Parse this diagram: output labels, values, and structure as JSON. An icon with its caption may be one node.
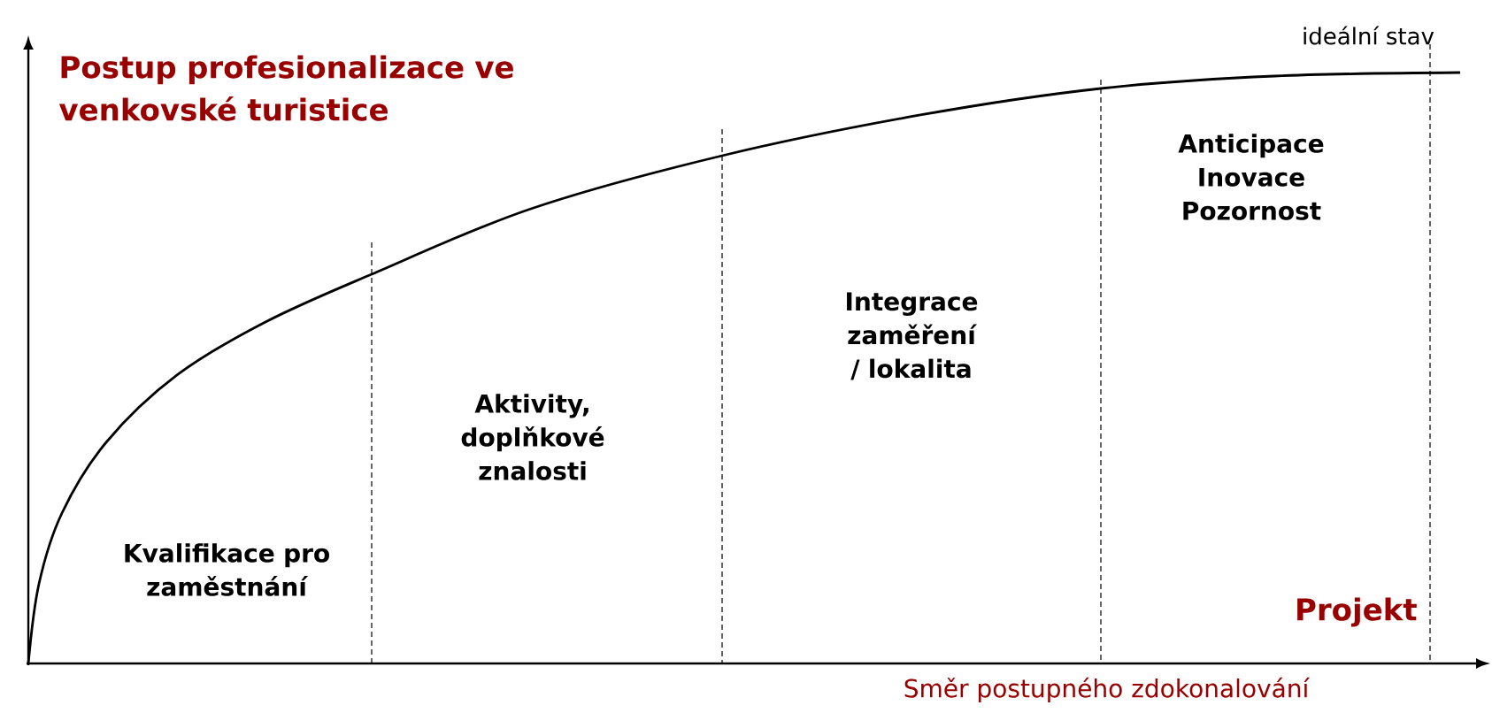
{
  "diagram": {
    "title": "Postup profesionalizace ve venkovské turistice",
    "labels": [
      "ideální stav",
      "Anticipace Inovace Pozornost",
      "Integrace zaměření / lokalita",
      "Aktivity, doplňkové znalosti",
      "Kvalifikace pro zaměstnání",
      "Projekt",
      "Směr postupného zdokonalování"
    ]
  }
}
